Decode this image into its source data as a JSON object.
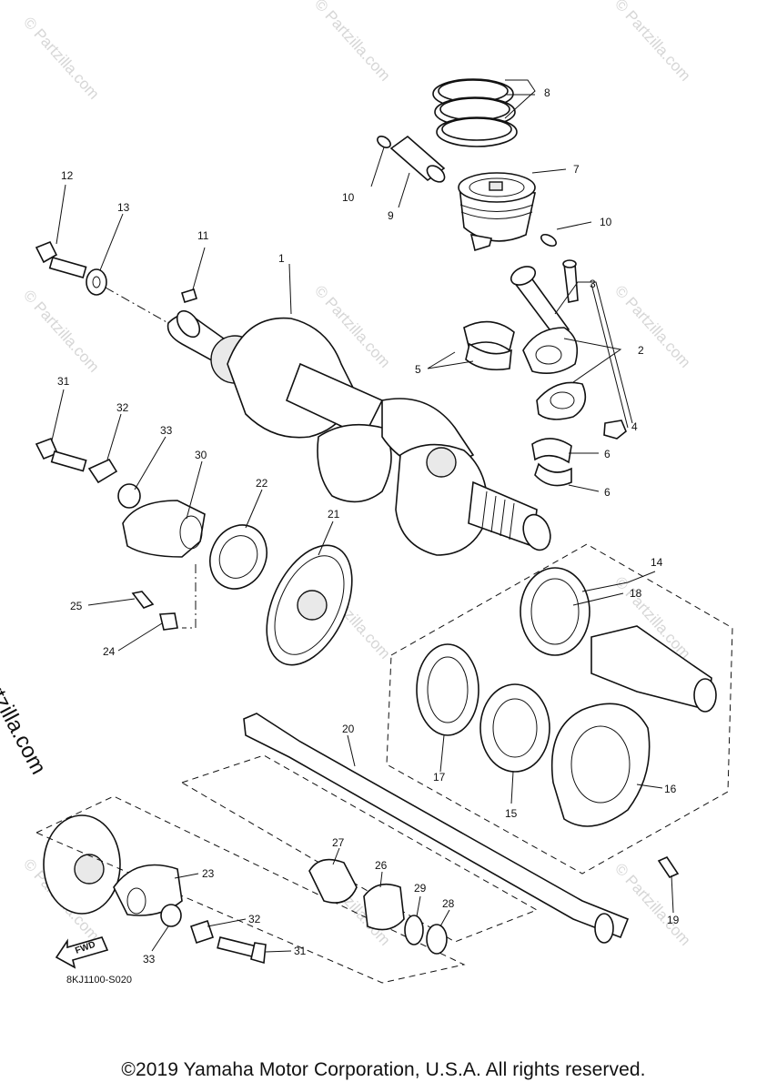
{
  "watermark": {
    "text": "© Partzilla.com",
    "side_text": "© Partzilla.com"
  },
  "callouts": [
    "1",
    "2",
    "3",
    "4",
    "5",
    "6",
    "7",
    "8",
    "9",
    "10",
    "10",
    "11",
    "12",
    "13",
    "14",
    "15",
    "16",
    "17",
    "18",
    "19",
    "20",
    "21",
    "22",
    "23",
    "24",
    "25",
    "26",
    "27",
    "28",
    "29",
    "30",
    "31",
    "31",
    "32",
    "32",
    "33",
    "33",
    "6"
  ],
  "fwd_label": "FWD",
  "catalog_code": "8KJ1100-S020",
  "copyright": "©2019 Yamaha Motor Corporation, U.S.A. All rights reserved."
}
